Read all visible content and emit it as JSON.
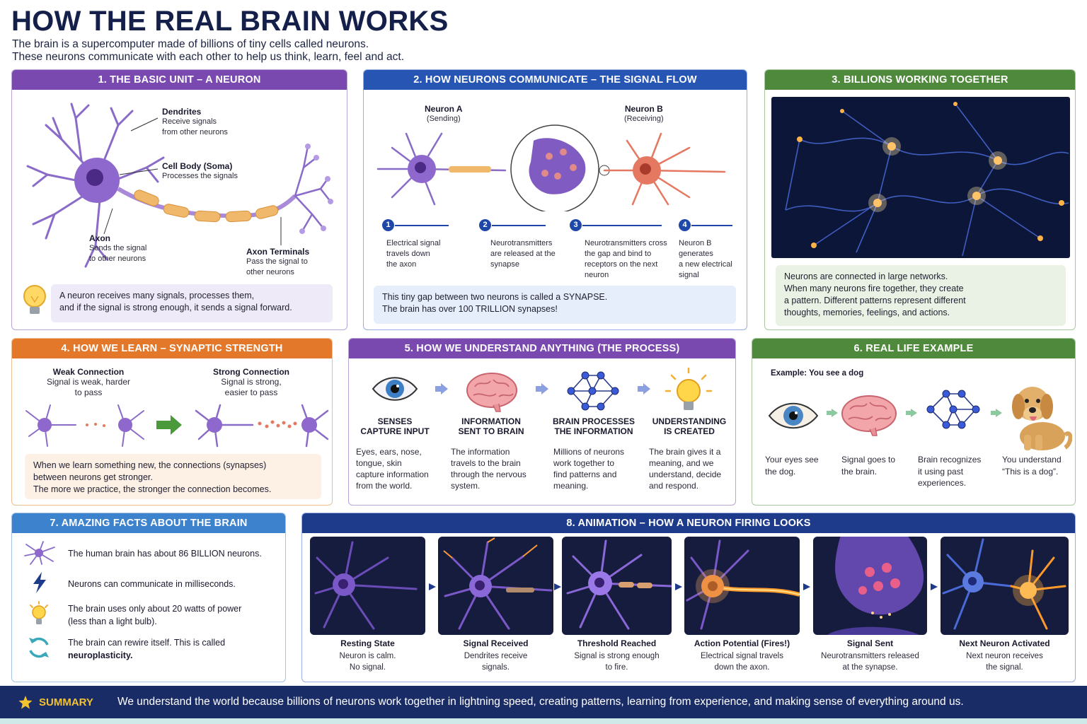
{
  "header": {
    "title": "HOW THE REAL BRAIN WORKS",
    "subtitle_line1": "The brain is a supercomputer made of billions of tiny cells called neurons.",
    "subtitle_line2": "These neurons communicate with each other to help us think, learn, feel and act."
  },
  "panel1": {
    "title": "1. THE BASIC UNIT – A NEURON",
    "dendrites_title": "Dendrites",
    "dendrites_l1": "Receive signals",
    "dendrites_l2": "from other neurons",
    "soma_title": "Cell Body (Soma)",
    "soma_desc": "Processes the signals",
    "axon_title": "Axon",
    "axon_l1": "Sends the signal",
    "axon_l2": "to other neurons",
    "terminals_title": "Axon Terminals",
    "terminals_l1": "Pass the signal to",
    "terminals_l2": "other neurons",
    "note_l1": "A neuron receives many signals, processes them,",
    "note_l2": "and if the signal is strong enough, it sends a signal forward."
  },
  "panel2": {
    "title": "2. HOW NEURONS COMMUNICATE – THE SIGNAL FLOW",
    "neuron_a": "Neuron A",
    "neuron_a_role": "(Sending)",
    "neuron_b": "Neuron B",
    "neuron_b_role": "(Receiving)",
    "steps": [
      {
        "num": "1",
        "l1": "Electrical signal",
        "l2": "travels down",
        "l3": "the axon",
        "l4": ""
      },
      {
        "num": "2",
        "l1": "Neurotransmitters",
        "l2": "are released at the",
        "l3": "synapse",
        "l4": ""
      },
      {
        "num": "3",
        "l1": "Neurotransmitters cross",
        "l2": "the gap and bind to",
        "l3": "receptors on the next",
        "l4": "neuron"
      },
      {
        "num": "4",
        "l1": "Neuron B generates",
        "l2": "a new electrical",
        "l3": "signal",
        "l4": ""
      }
    ],
    "note_l1": "This tiny gap between two neurons is called a SYNAPSE.",
    "note_l2": "The brain has over 100 TRILLION synapses!"
  },
  "panel3": {
    "title": "3. BILLIONS WORKING TOGETHER",
    "note_l1": "Neurons are connected in large networks.",
    "note_l2": "When many neurons fire together, they create",
    "note_l3": "a pattern. Different patterns represent different",
    "note_l4": "thoughts, memories, feelings, and actions."
  },
  "panel4": {
    "title": "4. HOW WE LEARN – SYNAPTIC STRENGTH",
    "weak_title": "Weak Connection",
    "weak_l1": "Signal is weak, harder",
    "weak_l2": "to pass",
    "strong_title": "Strong Connection",
    "strong_l1": "Signal is strong,",
    "strong_l2": "easier to pass",
    "note_l1": "When we learn something new, the connections (synapses)",
    "note_l2": "between neurons get stronger.",
    "note_l3": "The more we practice, the stronger the connection becomes."
  },
  "panel5": {
    "title": "5. HOW WE UNDERSTAND ANYTHING (THE PROCESS)",
    "steps": [
      {
        "t1": "SENSES",
        "t2": "CAPTURE INPUT",
        "d1": "Eyes, ears, nose,",
        "d2": "tongue, skin",
        "d3": "capture information",
        "d4": "from the world."
      },
      {
        "t1": "INFORMATION",
        "t2": "SENT TO BRAIN",
        "d1": "The information",
        "d2": "travels to the brain",
        "d3": "through the nervous",
        "d4": "system."
      },
      {
        "t1": "BRAIN PROCESSES",
        "t2": "THE INFORMATION",
        "d1": "Millions of neurons",
        "d2": "work together to",
        "d3": "find patterns and",
        "d4": "meaning."
      },
      {
        "t1": "UNDERSTANDING",
        "t2": "IS CREATED",
        "d1": "The brain gives it a",
        "d2": "meaning, and we",
        "d3": "understand, decide",
        "d4": "and respond."
      }
    ]
  },
  "panel6": {
    "title": "6. REAL LIFE EXAMPLE",
    "example": "Example: You see a dog",
    "steps": [
      {
        "l1": "Your eyes see",
        "l2": "the dog.",
        "l3": ""
      },
      {
        "l1": "Signal goes to",
        "l2": "the brain.",
        "l3": ""
      },
      {
        "l1": "Brain recognizes",
        "l2": "it using past",
        "l3": "experiences."
      },
      {
        "l1": "You understand",
        "l2": "“This is a dog”.",
        "l3": ""
      }
    ]
  },
  "panel7": {
    "title": "7. AMAZING FACTS ABOUT THE BRAIN",
    "fact1": "The human brain has about 86 BILLION neurons.",
    "fact2": "Neurons can communicate in milliseconds.",
    "fact3_l1": "The brain uses only about 20 watts of power",
    "fact3_l2": "(less than a light bulb).",
    "fact4_l1": "The brain can rewire itself. This is called",
    "fact4_l2": "neuroplasticity."
  },
  "panel8": {
    "title": "8. ANIMATION – HOW A NEURON FIRING LOOKS",
    "frames": [
      {
        "title": "Resting State",
        "d1": "Neuron is calm.",
        "d2": "No signal."
      },
      {
        "title": "Signal Received",
        "d1": "Dendrites receive",
        "d2": "signals."
      },
      {
        "title": "Threshold Reached",
        "d1": "Signal is strong enough",
        "d2": "to fire."
      },
      {
        "title": "Action Potential (Fires!)",
        "d1": "Electrical signal travels",
        "d2": "down the axon."
      },
      {
        "title": "Signal Sent",
        "d1": "Neurotransmitters released",
        "d2": "at the synapse."
      },
      {
        "title": "Next Neuron Activated",
        "d1": "Next neuron receives",
        "d2": "the signal."
      }
    ]
  },
  "summary": {
    "label": "SUMMARY",
    "text": "We understand the world because billions of neurons work together in lightning speed, creating patterns, learning from experience, and making sense of everything around us."
  },
  "colors": {
    "purple": "#7a49b0",
    "blue": "#2655b3",
    "green": "#4f8a3c",
    "orange": "#e4782a",
    "light_blue": "#3d82cc",
    "navy": "#1e3a8a"
  }
}
